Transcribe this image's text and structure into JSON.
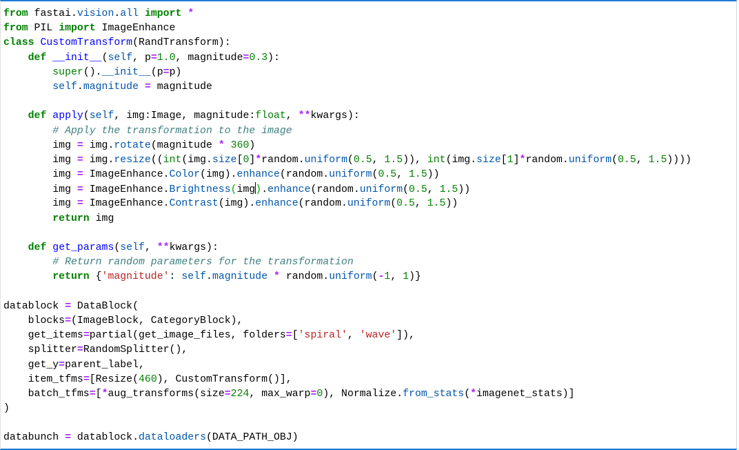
{
  "cell": {
    "active_border_color": "#1e7ad4",
    "lines": [
      [
        [
          "k",
          "from"
        ],
        [
          "t",
          " fastai."
        ],
        [
          "p",
          "vision"
        ],
        [
          "t",
          "."
        ],
        [
          "p",
          "all"
        ],
        [
          "t",
          " "
        ],
        [
          "k",
          "import"
        ],
        [
          "t",
          " "
        ],
        [
          "o",
          "*"
        ]
      ],
      [
        [
          "k",
          "from"
        ],
        [
          "t",
          " PIL "
        ],
        [
          "k",
          "import"
        ],
        [
          "t",
          " ImageEnhance"
        ]
      ],
      [
        [
          "k",
          "class"
        ],
        [
          "t",
          " "
        ],
        [
          "d",
          "CustomTransform"
        ],
        [
          "t",
          "(RandTransform):"
        ]
      ],
      [
        [
          "t",
          "    "
        ],
        [
          "k",
          "def"
        ],
        [
          "t",
          " "
        ],
        [
          "d",
          "__init__"
        ],
        [
          "t",
          "("
        ],
        [
          "v",
          "self"
        ],
        [
          "t",
          ", p"
        ],
        [
          "o",
          "="
        ],
        [
          "n",
          "1.0"
        ],
        [
          "t",
          ", magnitude"
        ],
        [
          "o",
          "="
        ],
        [
          "n",
          "0.3"
        ],
        [
          "t",
          "):"
        ]
      ],
      [
        [
          "t",
          "        "
        ],
        [
          "b",
          "super"
        ],
        [
          "t",
          "()."
        ],
        [
          "p",
          "__init__"
        ],
        [
          "t",
          "(p"
        ],
        [
          "o",
          "="
        ],
        [
          "t",
          "p)"
        ]
      ],
      [
        [
          "t",
          "        "
        ],
        [
          "v",
          "self"
        ],
        [
          "t",
          "."
        ],
        [
          "p",
          "magnitude"
        ],
        [
          "t",
          " "
        ],
        [
          "o",
          "="
        ],
        [
          "t",
          " magnitude"
        ]
      ],
      [],
      [
        [
          "t",
          "    "
        ],
        [
          "k",
          "def"
        ],
        [
          "t",
          " "
        ],
        [
          "d",
          "apply"
        ],
        [
          "t",
          "("
        ],
        [
          "v",
          "self"
        ],
        [
          "t",
          ", img:Image, magnitude:"
        ],
        [
          "b",
          "float"
        ],
        [
          "t",
          ", "
        ],
        [
          "o",
          "**"
        ],
        [
          "t",
          "kwargs):"
        ]
      ],
      [
        [
          "t",
          "        "
        ],
        [
          "c",
          "# Apply the transformation to the image"
        ]
      ],
      [
        [
          "t",
          "        img "
        ],
        [
          "o",
          "="
        ],
        [
          "t",
          " img."
        ],
        [
          "p",
          "rotate"
        ],
        [
          "t",
          "(magnitude "
        ],
        [
          "o",
          "*"
        ],
        [
          "t",
          " "
        ],
        [
          "n",
          "360"
        ],
        [
          "t",
          ")"
        ]
      ],
      [
        [
          "t",
          "        img "
        ],
        [
          "o",
          "="
        ],
        [
          "t",
          " img."
        ],
        [
          "p",
          "resize"
        ],
        [
          "t",
          "(("
        ],
        [
          "b",
          "int"
        ],
        [
          "t",
          "(img."
        ],
        [
          "p",
          "size"
        ],
        [
          "t",
          "["
        ],
        [
          "n",
          "0"
        ],
        [
          "t",
          "]"
        ],
        [
          "o",
          "*"
        ],
        [
          "t",
          "random."
        ],
        [
          "p",
          "uniform"
        ],
        [
          "t",
          "("
        ],
        [
          "n",
          "0.5"
        ],
        [
          "t",
          ", "
        ],
        [
          "n",
          "1.5"
        ],
        [
          "t",
          ")), "
        ],
        [
          "b",
          "int"
        ],
        [
          "t",
          "(img."
        ],
        [
          "p",
          "size"
        ],
        [
          "t",
          "["
        ],
        [
          "n",
          "1"
        ],
        [
          "t",
          "]"
        ],
        [
          "o",
          "*"
        ],
        [
          "t",
          "random."
        ],
        [
          "p",
          "uniform"
        ],
        [
          "t",
          "("
        ],
        [
          "n",
          "0.5"
        ],
        [
          "t",
          ", "
        ],
        [
          "n",
          "1.5"
        ],
        [
          "t",
          "))))"
        ]
      ],
      [
        [
          "t",
          "        img "
        ],
        [
          "o",
          "="
        ],
        [
          "t",
          " ImageEnhance."
        ],
        [
          "p",
          "Color"
        ],
        [
          "t",
          "(img)."
        ],
        [
          "p",
          "enhance"
        ],
        [
          "t",
          "(random."
        ],
        [
          "p",
          "uniform"
        ],
        [
          "t",
          "("
        ],
        [
          "n",
          "0.5"
        ],
        [
          "t",
          ", "
        ],
        [
          "n",
          "1.5"
        ],
        [
          "t",
          "))"
        ]
      ],
      [
        [
          "t",
          "        img "
        ],
        [
          "o",
          "="
        ],
        [
          "t",
          " ImageEnhance."
        ],
        [
          "p",
          "Brightness"
        ],
        [
          "m",
          "("
        ],
        [
          "t",
          "img"
        ],
        [
          "cursor",
          ""
        ],
        [
          "m",
          ")"
        ],
        [
          "t",
          "."
        ],
        [
          "p",
          "enhance"
        ],
        [
          "t",
          "(random."
        ],
        [
          "p",
          "uniform"
        ],
        [
          "t",
          "("
        ],
        [
          "n",
          "0.5"
        ],
        [
          "t",
          ", "
        ],
        [
          "n",
          "1.5"
        ],
        [
          "t",
          "))"
        ]
      ],
      [
        [
          "t",
          "        img "
        ],
        [
          "o",
          "="
        ],
        [
          "t",
          " ImageEnhance."
        ],
        [
          "p",
          "Contrast"
        ],
        [
          "t",
          "(img)."
        ],
        [
          "p",
          "enhance"
        ],
        [
          "t",
          "(random."
        ],
        [
          "p",
          "uniform"
        ],
        [
          "t",
          "("
        ],
        [
          "n",
          "0.5"
        ],
        [
          "t",
          ", "
        ],
        [
          "n",
          "1.5"
        ],
        [
          "t",
          "))"
        ]
      ],
      [
        [
          "t",
          "        "
        ],
        [
          "k",
          "return"
        ],
        [
          "t",
          " img"
        ]
      ],
      [],
      [
        [
          "t",
          "    "
        ],
        [
          "k",
          "def"
        ],
        [
          "t",
          " "
        ],
        [
          "d",
          "get_params"
        ],
        [
          "t",
          "("
        ],
        [
          "v",
          "self"
        ],
        [
          "t",
          ", "
        ],
        [
          "o",
          "**"
        ],
        [
          "t",
          "kwargs):"
        ]
      ],
      [
        [
          "t",
          "        "
        ],
        [
          "c",
          "# Return random parameters for the transformation"
        ]
      ],
      [
        [
          "t",
          "        "
        ],
        [
          "k",
          "return"
        ],
        [
          "t",
          " {"
        ],
        [
          "s",
          "'magnitude'"
        ],
        [
          "t",
          ": "
        ],
        [
          "v",
          "self"
        ],
        [
          "t",
          "."
        ],
        [
          "p",
          "magnitude"
        ],
        [
          "t",
          " "
        ],
        [
          "o",
          "*"
        ],
        [
          "t",
          " random."
        ],
        [
          "p",
          "uniform"
        ],
        [
          "t",
          "("
        ],
        [
          "o",
          "-"
        ],
        [
          "n",
          "1"
        ],
        [
          "t",
          ", "
        ],
        [
          "n",
          "1"
        ],
        [
          "t",
          ")}"
        ]
      ],
      [],
      [
        [
          "t",
          "datablock "
        ],
        [
          "o",
          "="
        ],
        [
          "t",
          " DataBlock("
        ]
      ],
      [
        [
          "t",
          "    blocks"
        ],
        [
          "o",
          "="
        ],
        [
          "t",
          "(ImageBlock, CategoryBlock),"
        ]
      ],
      [
        [
          "t",
          "    get_items"
        ],
        [
          "o",
          "="
        ],
        [
          "t",
          "partial(get_image_files, folders"
        ],
        [
          "o",
          "="
        ],
        [
          "t",
          "["
        ],
        [
          "s",
          "'spiral'"
        ],
        [
          "t",
          ", "
        ],
        [
          "s",
          "'wave'"
        ],
        [
          "t",
          "]),"
        ]
      ],
      [
        [
          "t",
          "    splitter"
        ],
        [
          "o",
          "="
        ],
        [
          "t",
          "RandomSplitter(),"
        ]
      ],
      [
        [
          "t",
          "    get_y"
        ],
        [
          "o",
          "="
        ],
        [
          "t",
          "parent_label,"
        ]
      ],
      [
        [
          "t",
          "    item_tfms"
        ],
        [
          "o",
          "="
        ],
        [
          "t",
          "[Resize("
        ],
        [
          "n",
          "460"
        ],
        [
          "t",
          "), CustomTransform()],"
        ]
      ],
      [
        [
          "t",
          "    batch_tfms"
        ],
        [
          "o",
          "="
        ],
        [
          "t",
          "["
        ],
        [
          "o",
          "*"
        ],
        [
          "t",
          "aug_transforms(size"
        ],
        [
          "o",
          "="
        ],
        [
          "n",
          "224"
        ],
        [
          "t",
          ", max_warp"
        ],
        [
          "o",
          "="
        ],
        [
          "n",
          "0"
        ],
        [
          "t",
          "), Normalize."
        ],
        [
          "p",
          "from_stats"
        ],
        [
          "t",
          "("
        ],
        [
          "o",
          "*"
        ],
        [
          "t",
          "imagenet_stats)]"
        ]
      ],
      [
        [
          "t",
          ")"
        ]
      ],
      [],
      [
        [
          "t",
          "databunch "
        ],
        [
          "o",
          "="
        ],
        [
          "t",
          " datablock."
        ],
        [
          "p",
          "dataloaders"
        ],
        [
          "t",
          "(DATA_PATH_OBJ)"
        ]
      ]
    ]
  }
}
